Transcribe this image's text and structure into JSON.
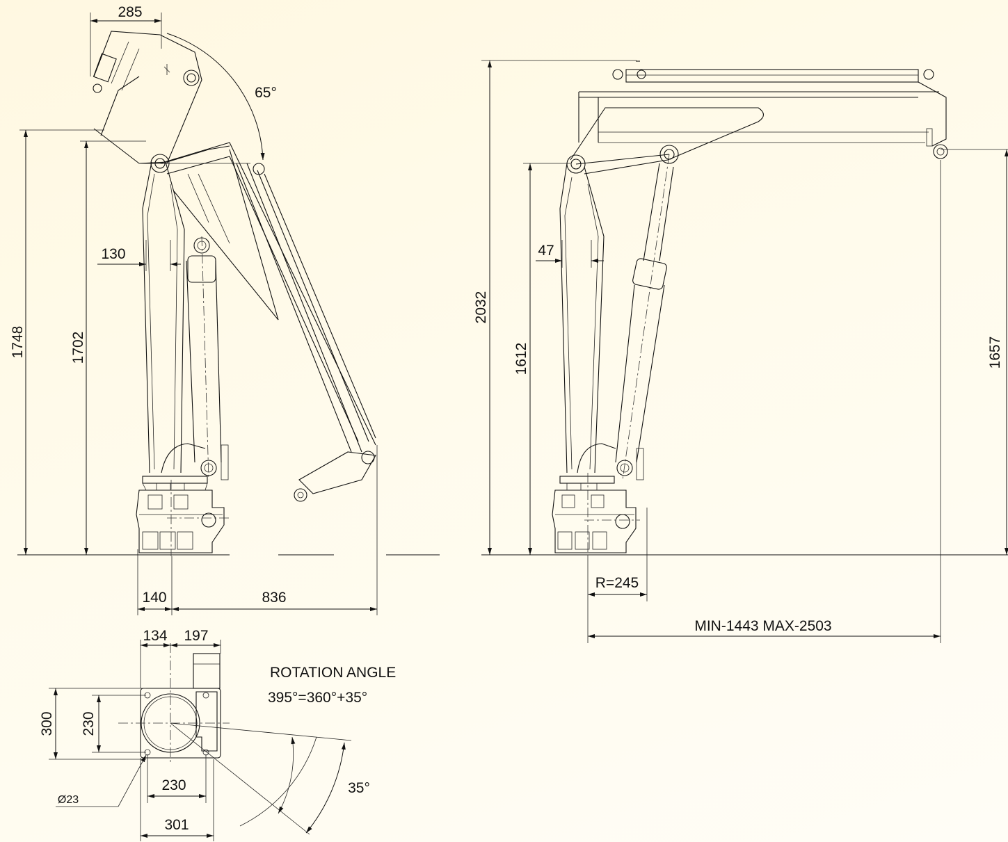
{
  "dimensions": {
    "d285": "285",
    "d65": "65°",
    "d1748": "1748",
    "d1702": "1702",
    "d130": "130",
    "d140": "140",
    "d836": "836",
    "d2032": "2032",
    "d1612": "1612",
    "d47": "47",
    "d1657": "1657",
    "r245": "R=245",
    "reach": "MIN-1443 MAX-2503",
    "d134": "134",
    "d197": "197",
    "d300": "300",
    "d230v": "230",
    "d230h": "230",
    "d301": "301",
    "d23": "Ø23",
    "d35": "35°"
  },
  "notes": {
    "rotation_title": "ROTATION ANGLE",
    "rotation_value": "395°=360°+35°"
  },
  "colors": {
    "background_top": "#fff8e1",
    "background_bottom": "#fffdf6",
    "line": "#111111"
  }
}
